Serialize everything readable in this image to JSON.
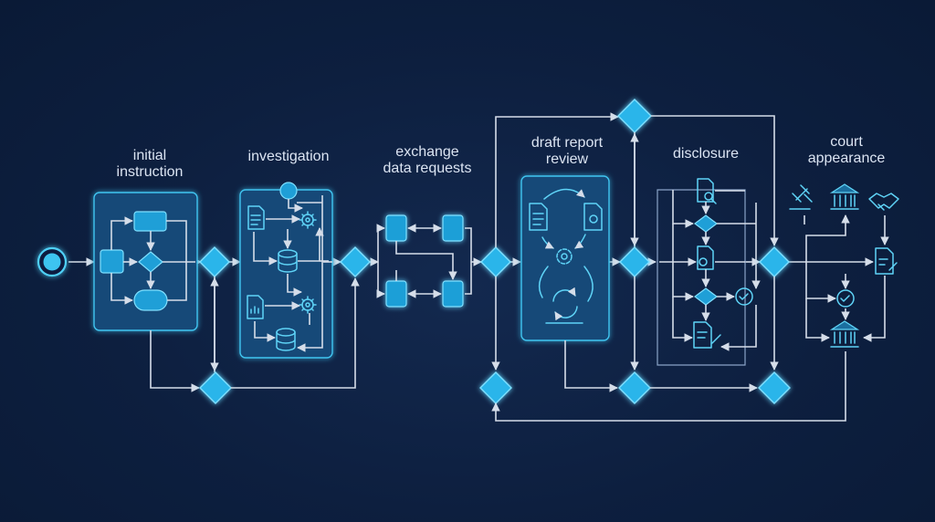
{
  "stages": [
    {
      "id": "initial",
      "label": "initial\ninstruction"
    },
    {
      "id": "investigation",
      "label": "investigation"
    },
    {
      "id": "exchange",
      "label": "exchange\ndata requests"
    },
    {
      "id": "draft",
      "label": "draft report\nreview"
    },
    {
      "id": "disclosure",
      "label": "disclosure"
    },
    {
      "id": "court",
      "label": "court\nappearance"
    }
  ],
  "colors": {
    "background": "#0d1f3f",
    "accent": "#2cb5ea",
    "connector": "#d5dde9",
    "label": "#dbe4f2"
  }
}
